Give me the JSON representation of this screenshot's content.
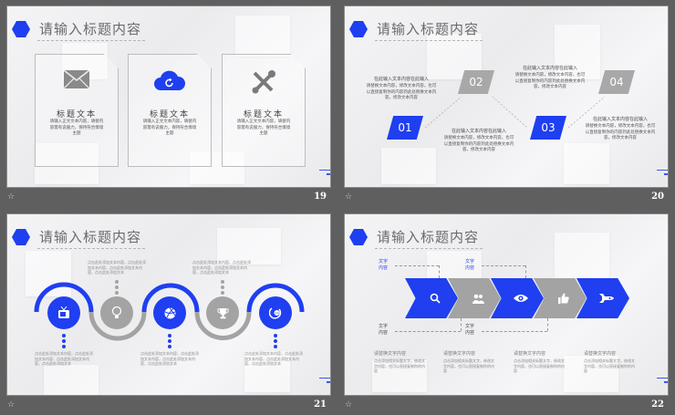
{
  "slides": [
    {
      "number": "19",
      "title": "请输入标题内容",
      "cards": [
        {
          "icon": "envelope-icon",
          "heading": "标题文本",
          "desc": "请输入正文文本内容，填替内容需有说服力，保持符合情境主题"
        },
        {
          "icon": "cloud-sync-icon",
          "heading": "标题文本",
          "desc": "请输入正文文本内容，填替内容需有说服力，保持符合情境主题"
        },
        {
          "icon": "tools-icon",
          "heading": "标题文本",
          "desc": "请输入正文文本内容，填替内容需有说服力，保持符合情境主题"
        }
      ]
    },
    {
      "number": "20",
      "title": "请输入标题内容",
      "steps": [
        {
          "label": "01",
          "color": "blue"
        },
        {
          "label": "02",
          "color": "gray"
        },
        {
          "label": "03",
          "color": "blue"
        },
        {
          "label": "04",
          "color": "gray"
        }
      ],
      "texts": [
        {
          "heading": "在此输入文本内容在此输入",
          "body": "请替换文本内容，修改文本内容，也可以直接复制你的内容到此处替换文本内容，修改文本内容"
        },
        {
          "heading": "在此输入文本内容在此输入",
          "body": "请替换文本内容，修改文本内容，也可以直接复制你的内容到此处替换文本内容，修改文本内容"
        },
        {
          "heading": "在此输入文本内容在此输入",
          "body": "请替换文本内容，修改文本内容，也可以直接复制你的内容到此处替换文本内容，修改文本内容"
        },
        {
          "heading": "在此输入文本内容在此输入",
          "body": "请替换文本内容，修改文本内容，也可以直接复制你的内容到此处替换文本内容，修改文本内容"
        }
      ]
    },
    {
      "number": "21",
      "title": "请输入标题内容",
      "nodes": [
        {
          "icon": "tv-icon",
          "color": "blue"
        },
        {
          "icon": "lightbulb-icon",
          "color": "gray"
        },
        {
          "icon": "basketball-icon",
          "color": "blue"
        },
        {
          "icon": "trophy-icon",
          "color": "gray"
        },
        {
          "icon": "phone-24h-icon",
          "color": "blue"
        }
      ],
      "placeholder_text": "点击此处添加文本内容，点击此处添加文本内容，点击此处添加文本内容，点击此处添加文本"
    },
    {
      "number": "22",
      "title": "请输入标题内容",
      "chevrons": [
        {
          "icon": "search-icon",
          "color": "blue"
        },
        {
          "icon": "users-icon",
          "color": "gray"
        },
        {
          "icon": "eye-icon",
          "color": "blue"
        },
        {
          "icon": "thumbs-up-icon",
          "color": "gray"
        },
        {
          "icon": "rocket-icon",
          "color": "blue"
        }
      ],
      "callouts": {
        "top": [
          "文字内容",
          "文字内容"
        ],
        "bottom": [
          "文字内容",
          "文字内容"
        ]
      },
      "columns": [
        {
          "heading": "请替换文字内容",
          "body": "点击添加相关标题文字，修改文字内容，也可以直接复制你的内容"
        },
        {
          "heading": "请替换文字内容",
          "body": "点击添加相关标题文字，修改文字内容，也可以直接复制你的内容"
        },
        {
          "heading": "请替换文字内容",
          "body": "点击添加相关标题文字，修改文字内容，也可以直接复制你的内容"
        },
        {
          "heading": "请替换文字内容",
          "body": "点击添加相关标题文字，修改文字内容，也可以直接复制你的内容"
        }
      ]
    }
  ],
  "footer_icon": "☆",
  "colors": {
    "accent": "#1f3ff0",
    "gray": "#a3a3a3",
    "background": "#5f5f5f"
  }
}
